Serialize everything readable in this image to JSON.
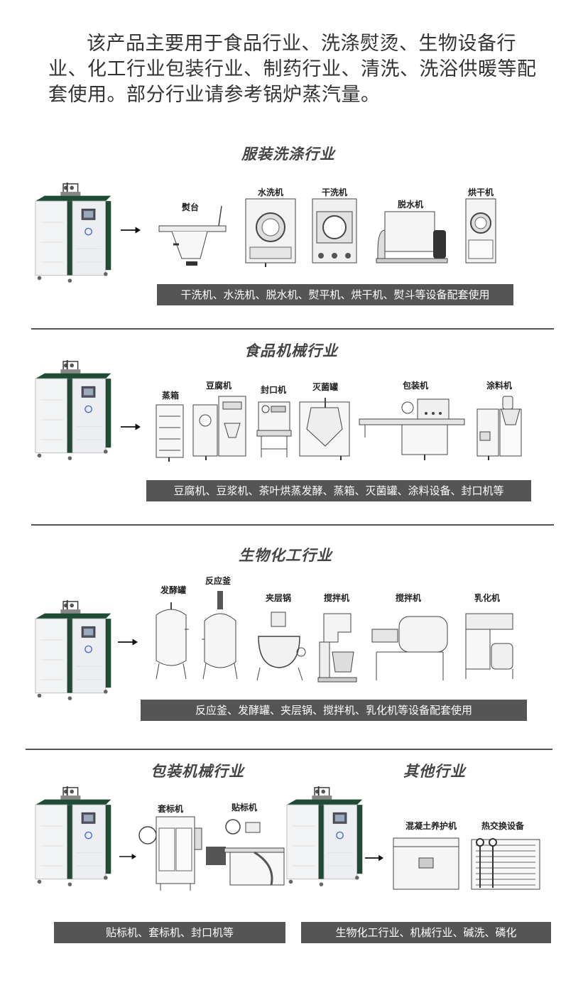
{
  "intro": "该产品主要用于食品行业、洗涤熨烫、生物设备行业、化工行业包装行业、制药行业、清洗、洗浴供暖等配套使用。部分行业请参考锅炉蒸汽量。",
  "sections": {
    "laundry": {
      "title": "服装洗涤行业",
      "labels": [
        "熨台",
        "水洗机",
        "干洗机",
        "脱水机",
        "烘干机"
      ],
      "caption": "干洗机、水洗机、脱水机、熨平机、烘干机、熨斗等设备配套使用"
    },
    "food": {
      "title": "食品机械行业",
      "labels": [
        "蒸箱",
        "豆腐机",
        "封口机",
        "灭菌罐",
        "包装机",
        "涂料机"
      ],
      "caption": "豆腐机、豆浆机、茶叶烘蒸发酵、蒸箱、灭菌罐、涂料设备、封口机等"
    },
    "bio": {
      "title": "生物化工行业",
      "labels": [
        "发酵罐",
        "反应釜",
        "夹层锅",
        "搅拌机",
        "搅拌机",
        "乳化机"
      ],
      "caption": "反应釜、发酵罐、夹层锅、搅拌机、乳化机等设备配套使用"
    },
    "packaging": {
      "title": "包装机械行业",
      "labels": [
        "套标机",
        "贴标机"
      ],
      "caption": "贴标机、套标机、封口机等"
    },
    "other": {
      "title": "其他行业",
      "labels": [
        "混凝土养护机",
        "热交换设备"
      ],
      "caption": "生物化工行业、机械行业、碱洗、磷化"
    }
  },
  "colors": {
    "cabinet_green": "#1f4a34",
    "caption_bg": "#555555",
    "divider": "#555555"
  }
}
